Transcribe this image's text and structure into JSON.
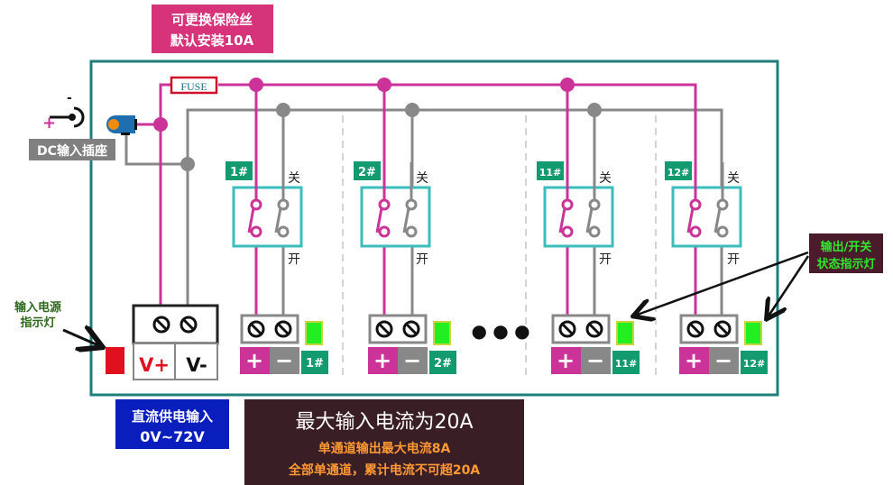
{
  "fuse_note": {
    "line1": "可更换保险丝",
    "line2": "默认安装10A"
  },
  "fuse_label": "FUSE",
  "dc_jack": {
    "plus": "+",
    "minus": "-",
    "label": "DC输入插座"
  },
  "input_led_note": {
    "line1": "输入电源",
    "line2": "指示灯"
  },
  "input_terminal": {
    "vplus": "V+",
    "vminus": "V-"
  },
  "supply_note": {
    "line1": "直流供电输入",
    "line2": "0V~72V"
  },
  "current_note": {
    "title": "最大输入电流为20A",
    "line1": "单通道输出最大电流8A",
    "line2": "全部单通道，累计电流不可超20A"
  },
  "status_note": {
    "line1": "输出/开关",
    "line2": "状态指示灯"
  },
  "switch_labels": {
    "off": "关",
    "on": "开"
  },
  "channels": [
    {
      "id": "1#"
    },
    {
      "id": "2#"
    },
    {
      "id": "11#"
    },
    {
      "id": "12#"
    }
  ],
  "terminal_labels": {
    "plus": "+",
    "minus": "−"
  },
  "ellipsis": "● ● ●",
  "colors": {
    "board": "#1c7f78",
    "positive": "#cc3399",
    "negative": "#888888",
    "relay": "#3bbdbd",
    "channel_tag": "#139a6e",
    "led_on": "#22ee22",
    "led_input": "#e0101e",
    "fuse_note_bg": "#d6337a",
    "supply_bg": "#0a1ebe",
    "current_bg": "#3a1e26",
    "current_sub": "#ff9933",
    "status_bg": "#4a1b2a",
    "status_text": "#2ee82e"
  }
}
